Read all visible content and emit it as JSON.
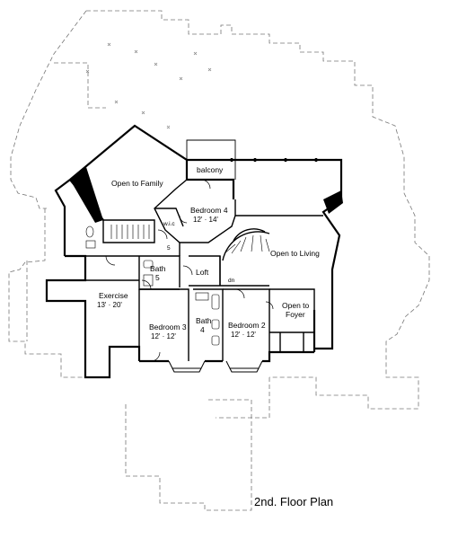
{
  "plan": {
    "caption": "2nd. Floor Plan",
    "rooms": {
      "open_to_family": "Open to Family",
      "balcony": "balcony",
      "bedroom4_name": "Bedroom 4",
      "bedroom4_dim": "12' · 14'",
      "wic": "w.i.c",
      "loft": "Loft",
      "open_to_living": "Open to Living",
      "dn": "dn",
      "bath5_name": "Bath",
      "bath5_num": "5",
      "exercise_name": "Exercise",
      "exercise_dim": "13' · 20'",
      "bedroom3_name": "Bedroom 3",
      "bedroom3_dim": "12' · 12'",
      "bath4_name": "Bath",
      "bath4_num": "4",
      "bedroom2_name": "Bedroom 2",
      "bedroom2_dim": "12' · 12'",
      "open_to_foyer_1": "Open to",
      "open_to_foyer_2": "Foyer",
      "stair_label": "5"
    }
  }
}
